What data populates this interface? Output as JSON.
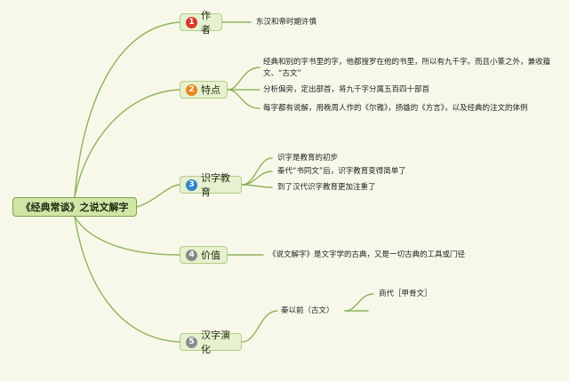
{
  "root": {
    "label": "《经典常谈》之说文解字"
  },
  "branches": [
    {
      "num": "1",
      "label": "作者",
      "badge_color": "#d83a2a",
      "leaves": [
        "东汉和帝时期许慎"
      ]
    },
    {
      "num": "2",
      "label": "特点",
      "badge_color": "#e9851f",
      "leaves": [
        "经典和别的字书里的字，他都搜罗在他的书里，所以有九千字。而且小篆之外，兼收籀文、“古文”",
        "分析偏旁，定出部首，将九千字分属五百四十部首",
        "每字都有说解，用晚周人作的《尔雅》，扬雄的《方言》，以及经典的注文的体例"
      ]
    },
    {
      "num": "3",
      "label": "识字教育",
      "badge_color": "#2f86c9",
      "leaves": [
        "识字是教育的初步",
        "秦代“书同文”后，识字教育变得简单了",
        "到了汉代识字教育更加注重了"
      ]
    },
    {
      "num": "4",
      "label": "价值",
      "badge_color": "#8b8b8b",
      "leaves": [
        "《说文解字》是文字学的古典，又是一切古典的工具或门径"
      ]
    },
    {
      "num": "5",
      "label": "汉字演化",
      "badge_color": "#8b8b8b",
      "leaves": [
        "秦以前（古文）"
      ],
      "subleaves": [
        "商代［甲骨文］"
      ]
    }
  ],
  "colors": {
    "link": "#8fb35c",
    "background": "#f7f8ea"
  }
}
